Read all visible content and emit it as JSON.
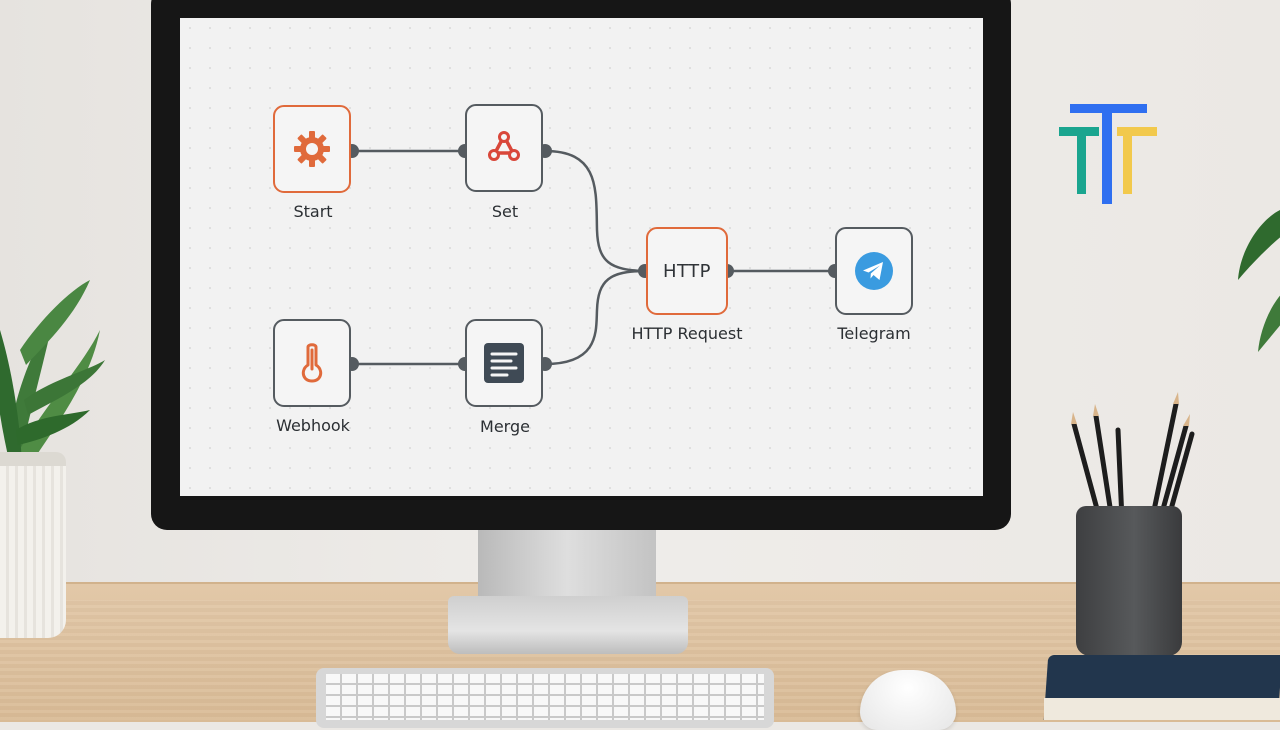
{
  "workflow": {
    "nodes": {
      "start": {
        "label": "Start",
        "icon": "gear-icon"
      },
      "set": {
        "label": "Set",
        "icon": "webhook-triangle-icon"
      },
      "webhook": {
        "label": "Webhook",
        "icon": "thermometer-hook-icon"
      },
      "merge": {
        "label": "Merge",
        "icon": "document-lines-icon"
      },
      "http": {
        "label": "HTTP Request",
        "inner_text": "HTTP"
      },
      "telegram": {
        "label": "Telegram",
        "icon": "telegram-plane-icon"
      }
    }
  },
  "colors": {
    "accent_orange": "#e06a3b",
    "node_border": "#555b60",
    "connector": "#555b60",
    "telegram_blue": "#3a9be0",
    "logo_blue": "#2f6ff0",
    "logo_teal": "#1aa58f",
    "logo_yellow": "#f2c94c"
  },
  "logo": {
    "icon": "tt-logo-icon"
  }
}
